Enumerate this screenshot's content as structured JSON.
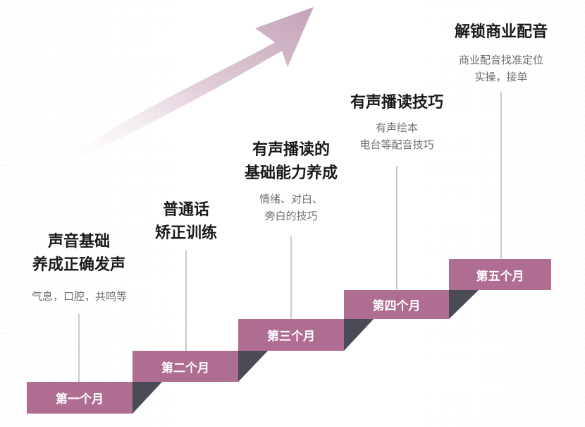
{
  "steps": [
    {
      "month": "第一个月",
      "title_lines": [
        "声音基础",
        "养成正确发声"
      ],
      "detail_lines": [
        "气息，口腔，共鸣等"
      ]
    },
    {
      "month": "第二个月",
      "title_lines": [
        "普通话",
        "矫正训练"
      ],
      "detail_lines": []
    },
    {
      "month": "第三个月",
      "title_lines": [
        "有声播读的",
        "基础能力养成"
      ],
      "detail_lines": [
        "情绪、对白、",
        "旁白的技巧"
      ]
    },
    {
      "month": "第四个月",
      "title_lines": [
        "有声播读技巧"
      ],
      "detail_lines": [
        "有声绘本",
        "电台等配音技巧"
      ]
    },
    {
      "month": "第五个月",
      "title_lines": [
        "解锁商业配音"
      ],
      "detail_lines": [
        "商业配音找准定位",
        "实操，接单"
      ]
    }
  ],
  "colors": {
    "step_fill": "#b06d92",
    "riser_dark": "#4b4b55",
    "connector": "#b9b9b9",
    "arrow_start": "#ffffff",
    "arrow_end": "#c8a6bb"
  }
}
